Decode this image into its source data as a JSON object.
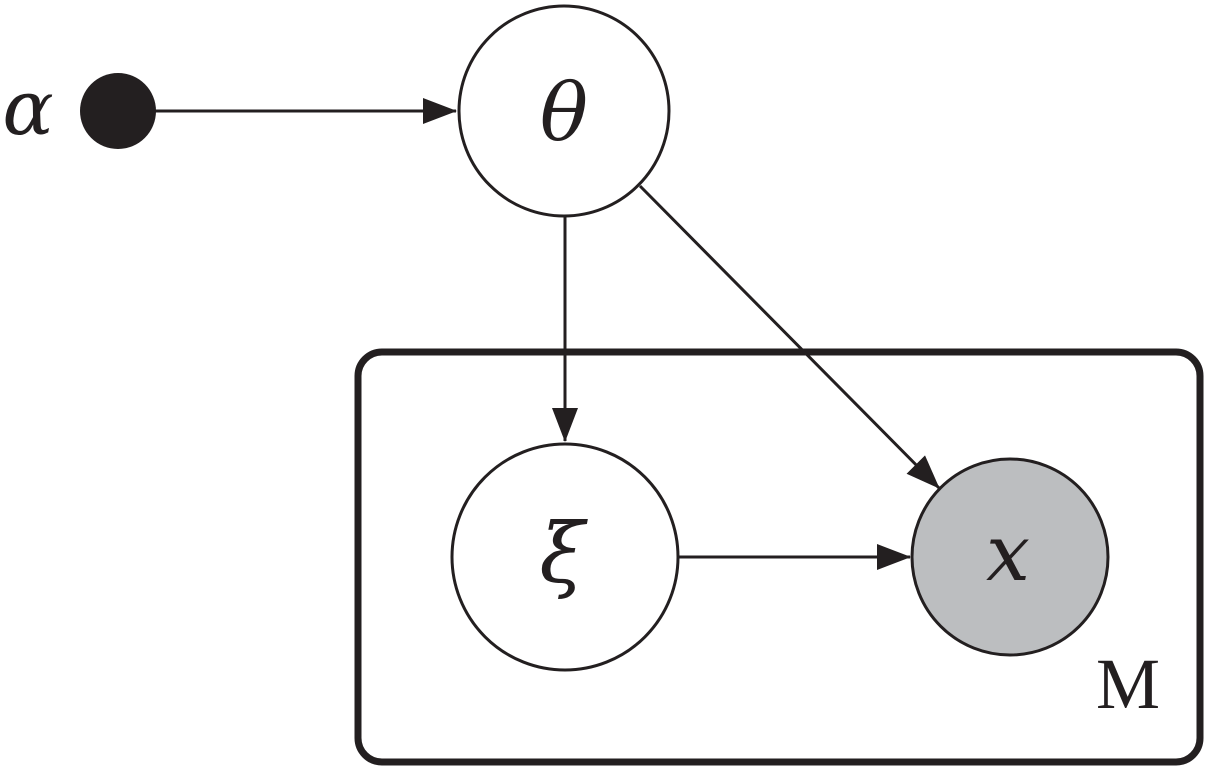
{
  "diagram": {
    "nodes": {
      "alpha": {
        "label": "α",
        "kind": "fixed-hyperparameter"
      },
      "theta": {
        "label": "θ",
        "kind": "latent"
      },
      "xi": {
        "label": "ξ",
        "kind": "latent"
      },
      "x": {
        "label": "x",
        "kind": "observed"
      }
    },
    "plate": {
      "label": "M"
    },
    "edges": [
      {
        "from": "alpha",
        "to": "theta"
      },
      {
        "from": "theta",
        "to": "xi"
      },
      {
        "from": "theta",
        "to": "x"
      },
      {
        "from": "xi",
        "to": "x"
      }
    ],
    "colors": {
      "stroke": "#231f20",
      "observed_fill": "#bcbec0",
      "latent_fill": "#ffffff",
      "fixed_fill": "#231f20"
    }
  }
}
